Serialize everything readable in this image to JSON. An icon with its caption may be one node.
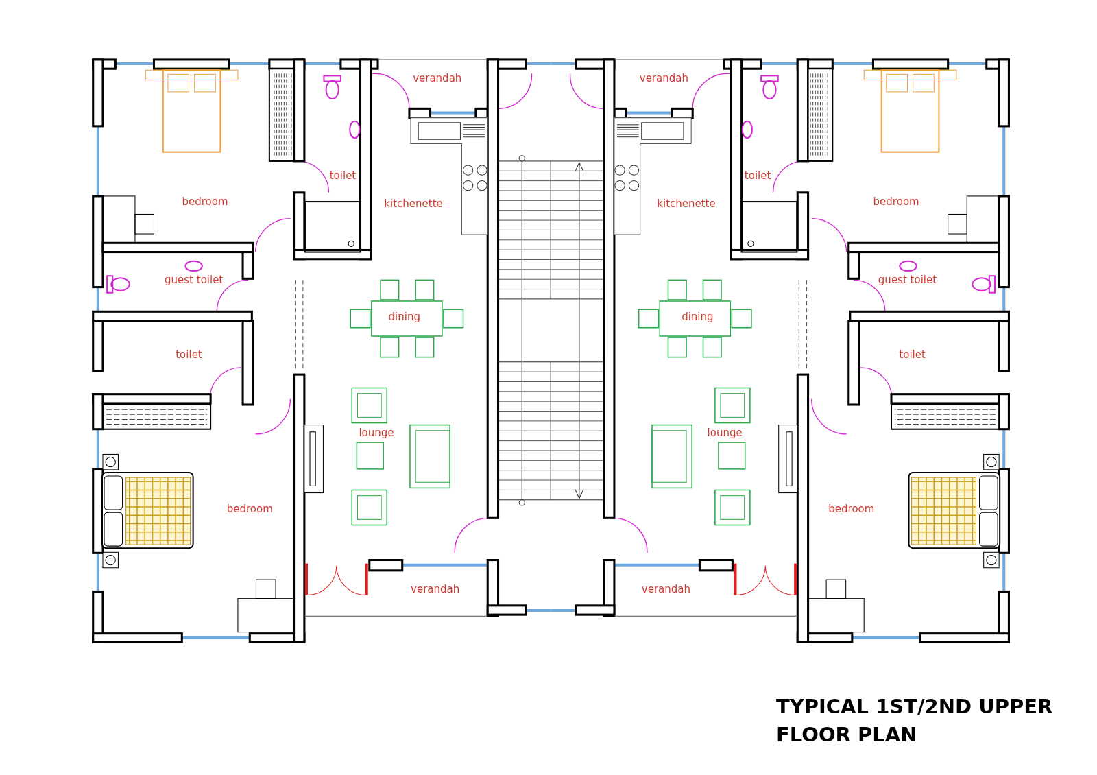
{
  "diagram": {
    "title": "TYPICAL 1ST/2ND UPPER FLOOR PLAN",
    "labels": [
      "verandah",
      "verandah",
      "toilet",
      "toilet",
      "bedroom",
      "kitchenette",
      "kitchenette",
      "bedroom",
      "guest toilet",
      "guest toilet",
      "dining",
      "dining",
      "toilet",
      "toilet",
      "lounge",
      "lounge",
      "bedroom",
      "bedroom",
      "verandah",
      "verandah"
    ]
  }
}
